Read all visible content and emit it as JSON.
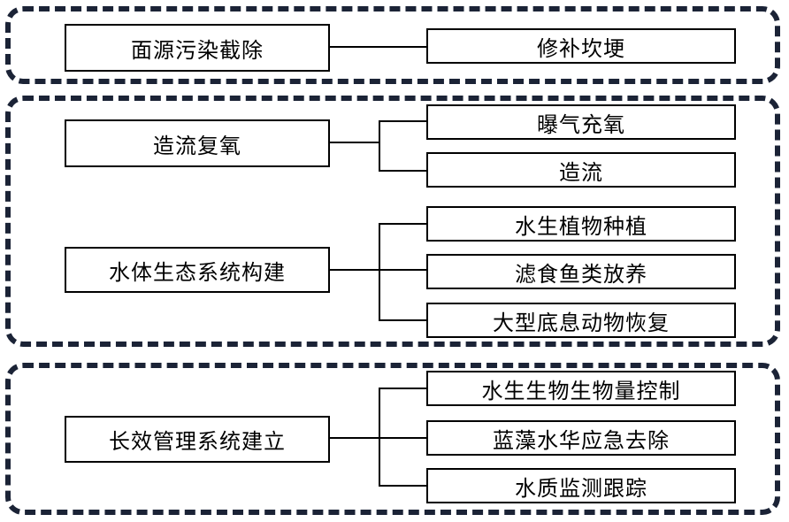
{
  "flowchart": {
    "sections": [
      {
        "id": "section-pollution-interception",
        "groups": [
          {
            "parent": "面源污染截除",
            "children": [
              "修补坎埂"
            ]
          }
        ]
      },
      {
        "id": "section-water-restoration",
        "groups": [
          {
            "parent": "造流复氧",
            "children": [
              "曝气充氧",
              "造流"
            ]
          },
          {
            "parent": "水体生态系统构建",
            "children": [
              "水生植物种植",
              "滤食鱼类放养",
              "大型底息动物恢复"
            ]
          }
        ]
      },
      {
        "id": "section-long-term-management",
        "groups": [
          {
            "parent": "长效管理系统建立",
            "children": [
              "水生生物生物量控制",
              "蓝藻水华应急去除",
              "水质监测跟踪"
            ]
          }
        ]
      }
    ]
  },
  "colors": {
    "dashed_border": "#1b2336",
    "box_border": "#000000",
    "connector": "#000000",
    "background": "#ffffff",
    "text": "#000000"
  }
}
